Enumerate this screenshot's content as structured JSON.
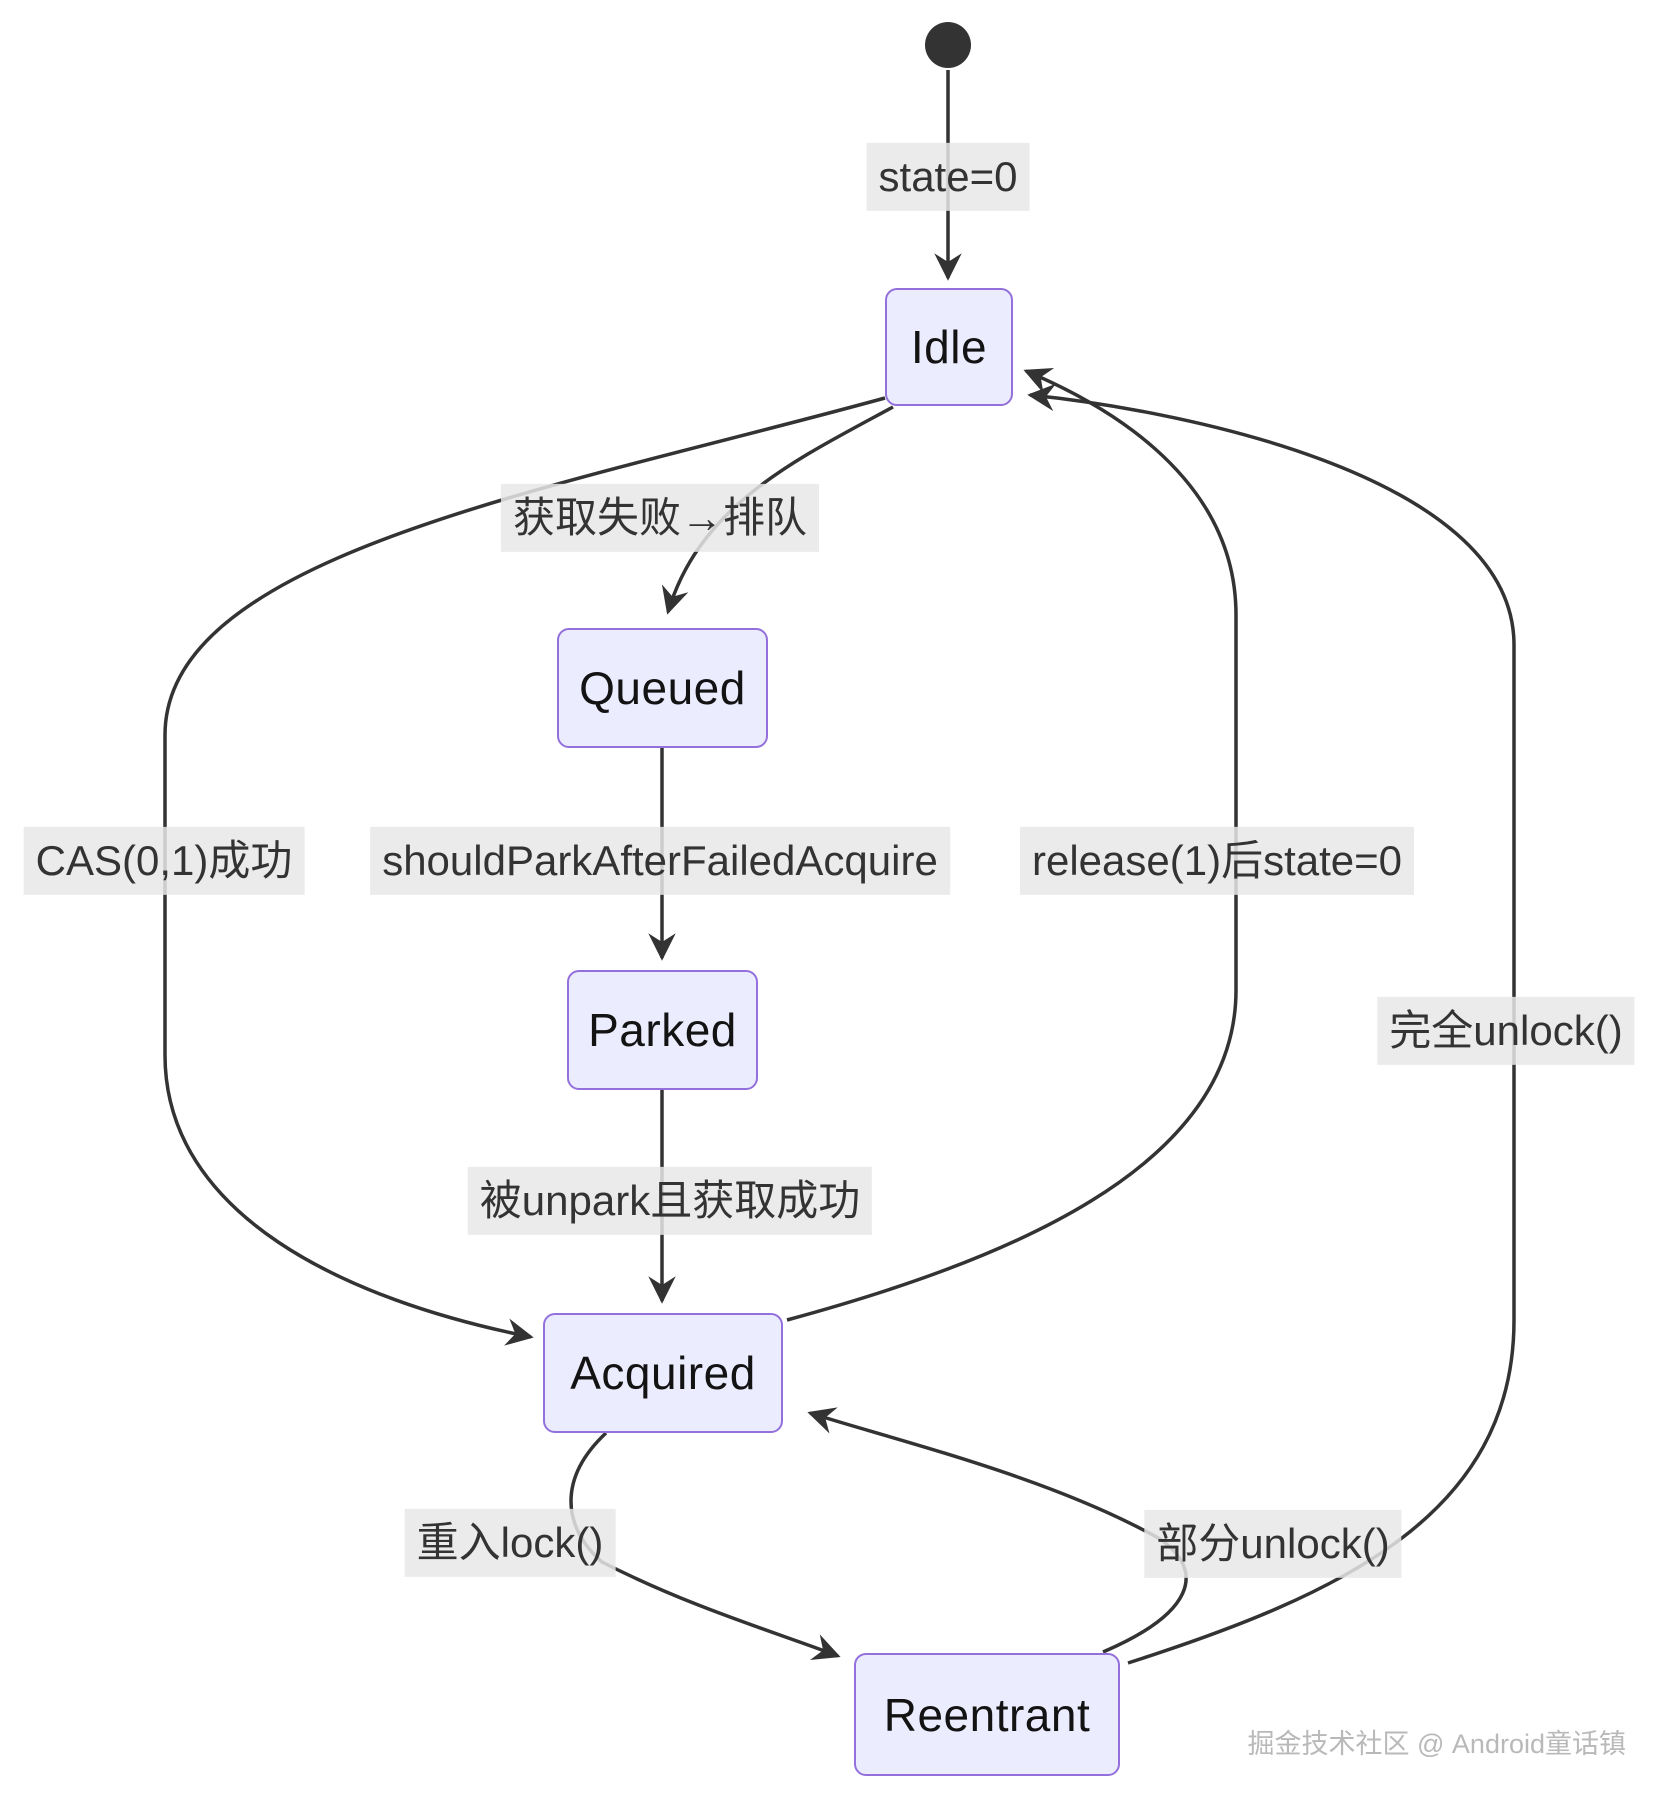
{
  "diagram": {
    "kind": "state-diagram",
    "states": [
      {
        "id": "idle",
        "label": "Idle"
      },
      {
        "id": "queued",
        "label": "Queued"
      },
      {
        "id": "parked",
        "label": "Parked"
      },
      {
        "id": "acquired",
        "label": "Acquired"
      },
      {
        "id": "reentrant",
        "label": "Reentrant"
      }
    ],
    "transitions": [
      {
        "from": "[*]",
        "to": "Idle",
        "label": "state=0"
      },
      {
        "from": "Idle",
        "to": "Queued",
        "label": "获取失败→排队"
      },
      {
        "from": "Queued",
        "to": "Parked",
        "label": "shouldParkAfterFailedAcquire"
      },
      {
        "from": "Parked",
        "to": "Acquired",
        "label": "被unpark且获取成功"
      },
      {
        "from": "Idle",
        "to": "Acquired",
        "label": "CAS(0,1)成功"
      },
      {
        "from": "Acquired",
        "to": "Idle",
        "label": "release(1)后state=0"
      },
      {
        "from": "Acquired",
        "to": "Reentrant",
        "label": "重入lock()"
      },
      {
        "from": "Reentrant",
        "to": "Acquired",
        "label": "部分unlock()"
      },
      {
        "from": "Reentrant",
        "to": "Idle",
        "label": "完全unlock()"
      }
    ],
    "watermark": "掘金技术社区 @ Android童话镇",
    "colors": {
      "node_fill": "#ECECFF",
      "node_border": "#9370DB",
      "edge": "#333333",
      "label_bg": "#e8e8e8",
      "label_text": "#333333",
      "watermark": "#b9b9b9",
      "start_dot": "#333333"
    }
  }
}
